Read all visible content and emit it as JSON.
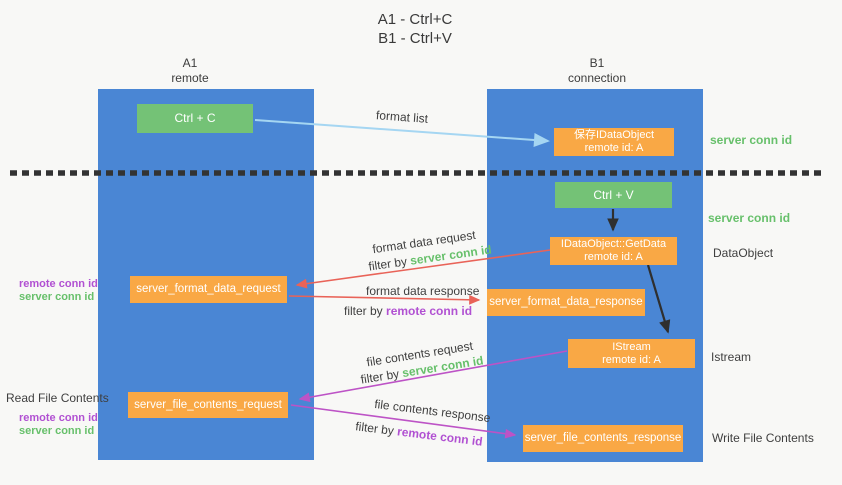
{
  "title": {
    "line1": "A1 - Ctrl+C",
    "line2": "B1 - Ctrl+V"
  },
  "lanes": {
    "a": {
      "name": "A1",
      "subtitle": "remote"
    },
    "b": {
      "name": "B1",
      "subtitle": "connection"
    }
  },
  "nodes": {
    "ctrl_c": {
      "label": "Ctrl + C"
    },
    "save_idataobject": {
      "line1": "保存IDataObject",
      "line2": "remote id: A"
    },
    "ctrl_v": {
      "label": "Ctrl + V"
    },
    "getdata": {
      "line1": "IDataObject::GetData",
      "line2": "remote id: A"
    },
    "server_format_data_request": {
      "label": "server_format_data_request"
    },
    "server_format_data_response": {
      "label": "server_format_data_response"
    },
    "istream": {
      "line1": "IStream",
      "line2": "remote id: A"
    },
    "server_file_contents_request": {
      "label": "server_file_contents_request"
    },
    "server_file_contents_response": {
      "label": "server_file_contents_response"
    }
  },
  "edges": {
    "format_list": "format list",
    "format_data_request": "format data request",
    "format_data_response": "format data response",
    "file_contents_request": "file contents request",
    "file_contents_response": "file contents response",
    "filter_by": "filter by",
    "server_conn_id": "server conn id",
    "remote_conn_id": "remote conn id"
  },
  "side_labels": {
    "server_conn_id_top": "server conn id",
    "server_conn_id_mid": "server conn id",
    "dataobject": "DataObject",
    "istream": "Istream",
    "write_file_contents": "Write File Contents",
    "read_file_contents": "Read File Contents",
    "remote_conn_id": "remote conn id",
    "server_conn_id": "server conn id"
  },
  "colors": {
    "lane_blue": "#4a86d4",
    "box_green": "#74c276",
    "box_orange": "#f9a845",
    "text_green": "#67c06b",
    "text_purple": "#b151d2",
    "arrow_red": "#e96358",
    "arrow_purple": "#bd53c6",
    "arrow_light_blue": "#a5d6f2",
    "arrow_black": "#2f2f2f",
    "separator_dash": "#333333",
    "background": "#f8f8f6",
    "text_dark": "#3f3f3f"
  }
}
